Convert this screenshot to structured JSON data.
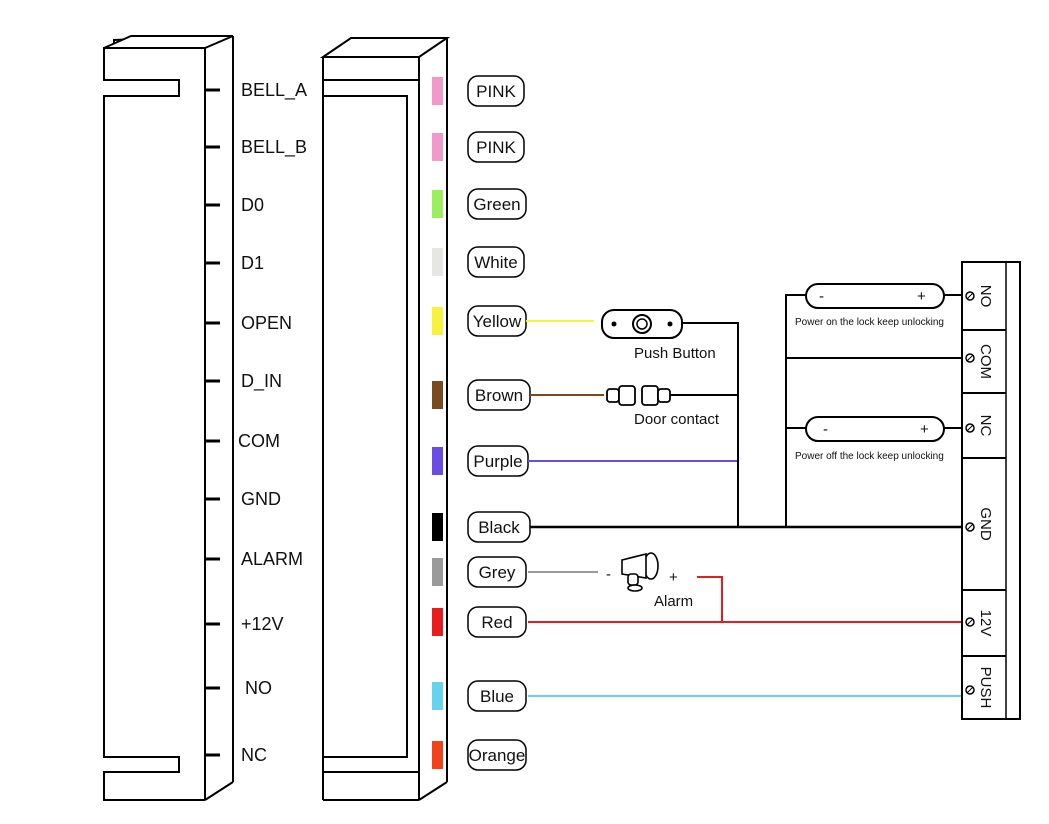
{
  "left_pins": [
    "BELL_A",
    "BELL_B",
    "D0",
    "D1",
    "OPEN",
    "D_IN",
    "COM",
    "GND",
    "ALARM",
    "+12V",
    "NO",
    "NC"
  ],
  "wires": [
    {
      "label": "PINK",
      "color": "#f19ac9"
    },
    {
      "label": "PINK",
      "color": "#f19ac9"
    },
    {
      "label": "Green",
      "color": "#9bef5e"
    },
    {
      "label": "White",
      "color": "#e6e6e2"
    },
    {
      "label": "Yellow",
      "color": "#f7f23b"
    },
    {
      "label": "Brown",
      "color": "#7a4a21"
    },
    {
      "label": "Purple",
      "color": "#6a4ce6"
    },
    {
      "label": "Black",
      "color": "#000000"
    },
    {
      "label": "Grey",
      "color": "#9a9a9a"
    },
    {
      "label": "Red",
      "color": "#e81c1c"
    },
    {
      "label": "Blue",
      "color": "#66d3ec"
    },
    {
      "label": "Orange",
      "color": "#f0431b"
    }
  ],
  "devices": {
    "push_button": "Push Button",
    "door_contact": "Door contact",
    "alarm": "Alarm",
    "alarm_minus": "-",
    "alarm_plus": "+",
    "lock_minus": "-",
    "lock_plus": "+",
    "lock_on_caption": "Power on the lock keep unlocking",
    "lock_off_caption": "Power off the lock keep unlocking"
  },
  "terminals": [
    "NO",
    "COM",
    "NC",
    "GND",
    "12V",
    "PUSH"
  ]
}
